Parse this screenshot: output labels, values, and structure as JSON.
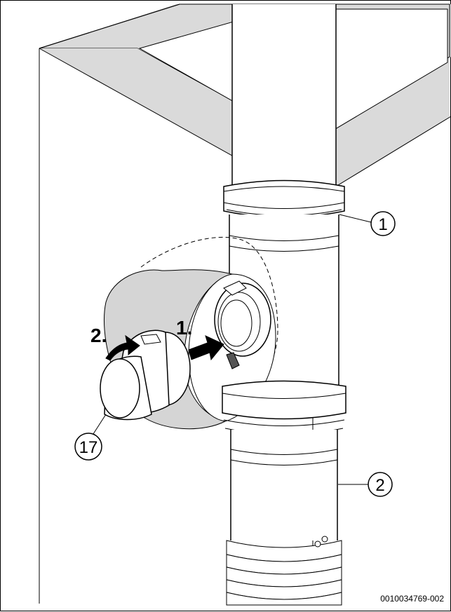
{
  "diagram": {
    "callouts": [
      {
        "id": "c1",
        "label": "1"
      },
      {
        "id": "c2",
        "label": "2"
      },
      {
        "id": "c17",
        "label": "17"
      }
    ],
    "steps": [
      {
        "id": "s1",
        "label": "1."
      },
      {
        "id": "s2",
        "label": "2."
      }
    ],
    "reference": "0010034769-002",
    "colors": {
      "line": "#000000",
      "pipe_fill": "#ffffff",
      "ceiling_fill": "#dadada",
      "collar_fill": "#d5d5d5",
      "arrow_fill": "#000000"
    }
  }
}
